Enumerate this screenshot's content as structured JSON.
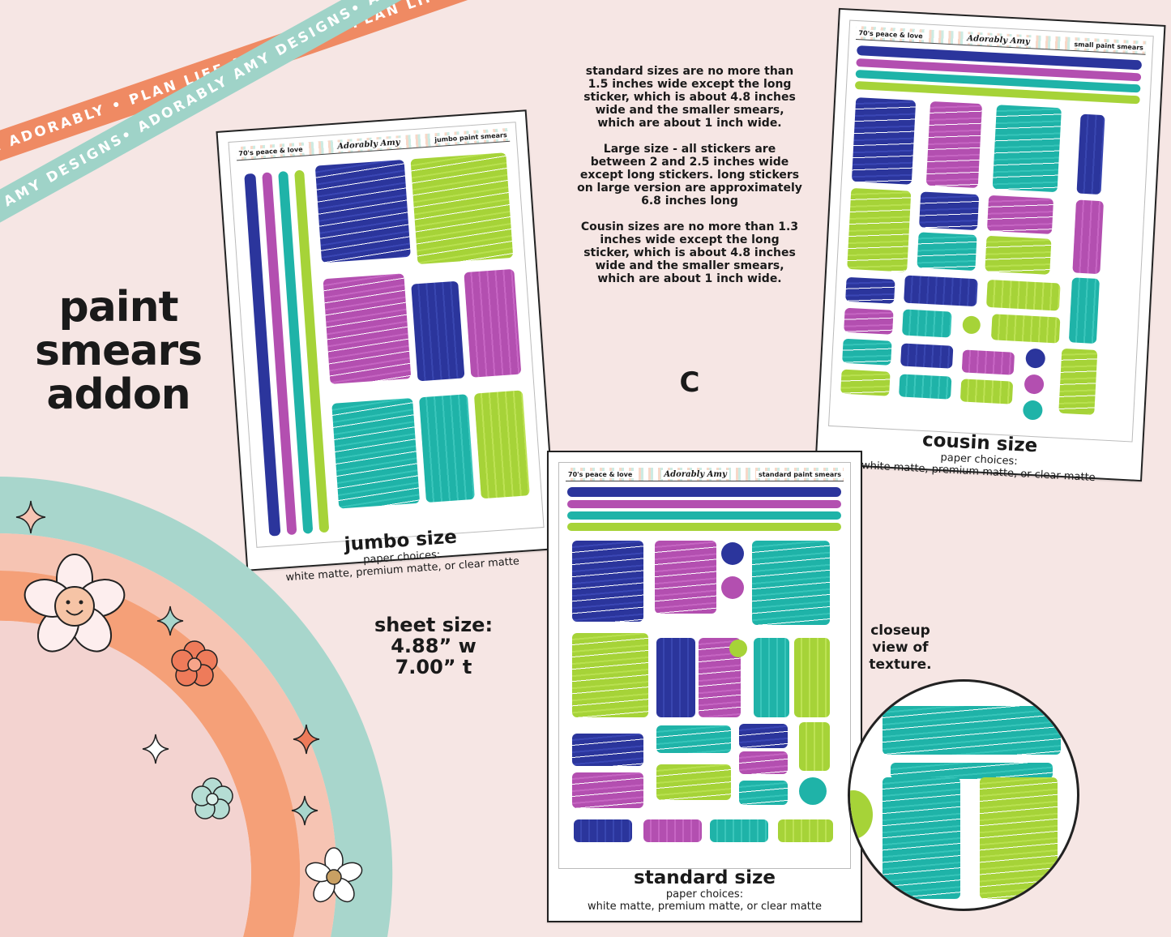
{
  "ribbons": {
    "orange_text": "PLAN LIFE ADORABLY • PLAN LIFE ADORABLY • PLAN LIFE ADORABLY",
    "teal_text": "ADORABLY AMY DESIGNS• ADORABLY AMY DESIGNS• ADORABLY AMY DESIGNS"
  },
  "title": {
    "line1": "paint",
    "line2": "smears",
    "line3": "addon"
  },
  "sheet_size": {
    "label": "sheet size:",
    "width": "4.88” w",
    "height": "7.00” t"
  },
  "info": {
    "standard": "standard sizes are no more than 1.5 inches wide except the long sticker, which is about 4.8 inches wide and the smaller smears, which are about 1 inch wide.",
    "large": "Large size - all stickers are between 2 and 2.5 inches wide except long stickers. long stickers on large version are approximately 6.8 inches long",
    "cousin": "Cousin sizes are no more than 1.3 inches wide except the long sticker, which is about 4.8 inches wide and the smaller smears, which are about 1 inch wide."
  },
  "letter": "C",
  "closeup_label": "closeup view of texture.",
  "cards": {
    "jumbo": {
      "hdr_left": "70's peace & love",
      "hdr_logo": "Adorably Amy",
      "hdr_right": "jumbo paint smears",
      "size": "jumbo size",
      "paper_label": "paper choices:",
      "options": "white matte, premium matte, or clear matte"
    },
    "cousin": {
      "hdr_left": "70's peace & love",
      "hdr_logo": "Adorably Amy",
      "hdr_right": "small paint smears",
      "size": "cousin size",
      "paper_label": "paper choices:",
      "options": "white matte, premium matte, or clear matte"
    },
    "standard": {
      "hdr_left": "70's peace & love",
      "hdr_logo": "Adorably Amy",
      "hdr_right": "standard paint smears",
      "size": "standard size",
      "paper_label": "paper choices:",
      "options": "white matte, premium matte, or clear matte"
    }
  },
  "colors": {
    "background": "#f6e6e4",
    "navy": "#2b359c",
    "magenta": "#b34fb0",
    "teal": "#1fb3a8",
    "lime": "#a6d338",
    "ribbon_orange": "#ef8a63",
    "ribbon_teal": "#9fd3c8"
  }
}
